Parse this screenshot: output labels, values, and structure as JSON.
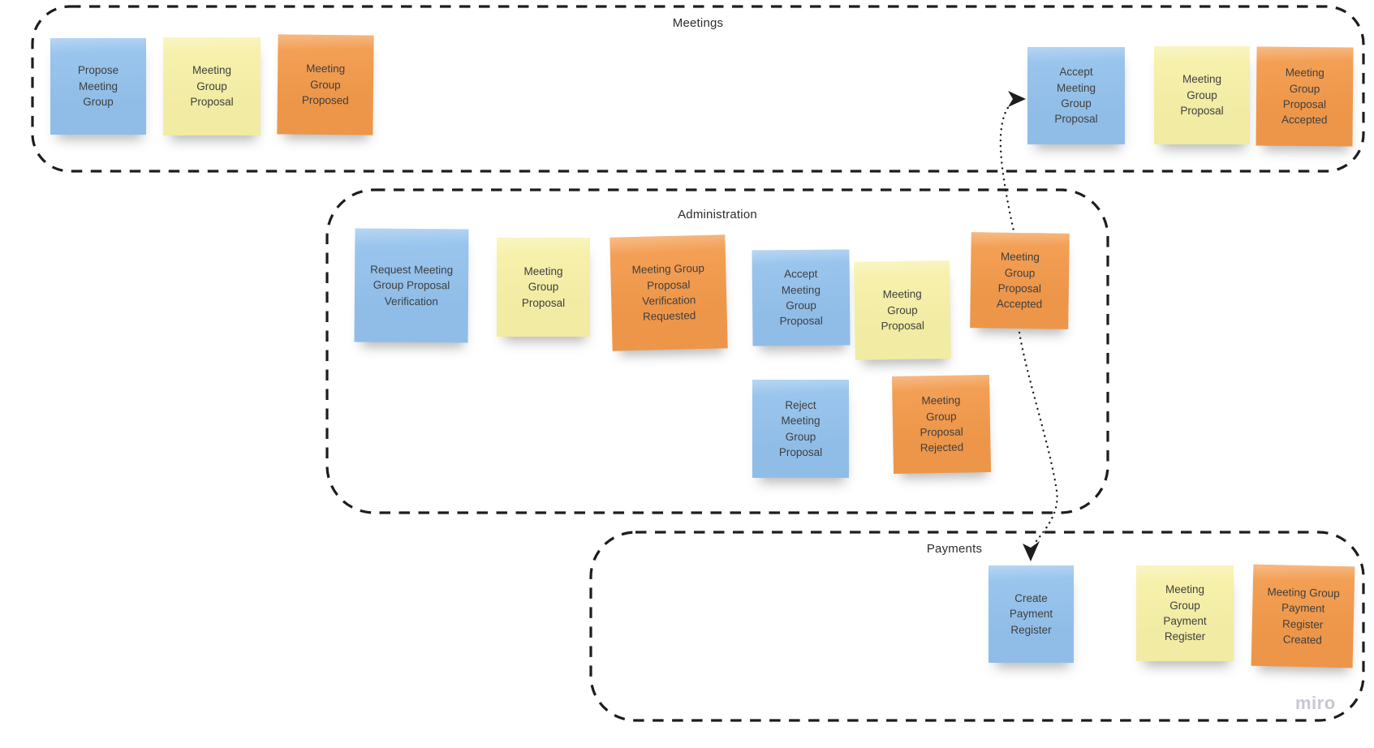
{
  "board": {
    "watermark": "miro",
    "colors": {
      "sticky_blue": "#93c1ec",
      "sticky_yellow": "#f6f0a7",
      "sticky_orange": "#f2994a",
      "sticky_text": "#3f3f3f",
      "region_border": "#1d1d1d",
      "background": "#ffffff",
      "watermark_gray": "#c7c6d3"
    }
  },
  "regions": {
    "meetings": {
      "title": "Meetings"
    },
    "administration": {
      "title": "Administration"
    },
    "payments": {
      "title": "Payments"
    }
  },
  "stickies": [
    {
      "id": "propose-meeting-group",
      "region": "Meetings",
      "color": "blue",
      "text": "Propose\nMeeting\nGroup"
    },
    {
      "id": "meeting-group-proposal-meetings-left",
      "region": "Meetings",
      "color": "yellow",
      "text": "Meeting\nGroup\nProposal"
    },
    {
      "id": "meeting-group-proposed",
      "region": "Meetings",
      "color": "orange",
      "text": "Meeting\nGroup\nProposed"
    },
    {
      "id": "accept-meeting-group-proposal-meetings",
      "region": "Meetings",
      "color": "blue",
      "text": "Accept\nMeeting\nGroup\nProposal"
    },
    {
      "id": "meeting-group-proposal-meetings-right",
      "region": "Meetings",
      "color": "yellow",
      "text": "Meeting\nGroup\nProposal"
    },
    {
      "id": "meeting-group-proposal-accepted-meetings",
      "region": "Meetings",
      "color": "orange",
      "text": "Meeting\nGroup\nProposal\nAccepted"
    },
    {
      "id": "request-meeting-group-proposal-verification",
      "region": "Administration",
      "color": "blue",
      "text": "Request Meeting\nGroup Proposal\nVerification"
    },
    {
      "id": "meeting-group-proposal-admin-1",
      "region": "Administration",
      "color": "yellow",
      "text": "Meeting\nGroup\nProposal"
    },
    {
      "id": "meeting-group-proposal-verification-requested",
      "region": "Administration",
      "color": "orange",
      "text": "Meeting Group\nProposal\nVerification\nRequested"
    },
    {
      "id": "accept-meeting-group-proposal-admin",
      "region": "Administration",
      "color": "blue",
      "text": "Accept\nMeeting\nGroup\nProposal"
    },
    {
      "id": "meeting-group-proposal-admin-2",
      "region": "Administration",
      "color": "yellow",
      "text": "Meeting\nGroup\nProposal"
    },
    {
      "id": "meeting-group-proposal-accepted-admin",
      "region": "Administration",
      "color": "orange",
      "text": "Meeting\nGroup\nProposal\nAccepted"
    },
    {
      "id": "reject-meeting-group-proposal",
      "region": "Administration",
      "color": "blue",
      "text": "Reject\nMeeting\nGroup\nProposal"
    },
    {
      "id": "meeting-group-proposal-rejected",
      "region": "Administration",
      "color": "orange",
      "text": "Meeting\nGroup\nProposal\nRejected"
    },
    {
      "id": "create-payment-register",
      "region": "Payments",
      "color": "blue",
      "text": "Create\nPayment\nRegister"
    },
    {
      "id": "meeting-group-payment-register",
      "region": "Payments",
      "color": "yellow",
      "text": "Meeting\nGroup\nPayment\nRegister"
    },
    {
      "id": "meeting-group-payment-register-created",
      "region": "Payments",
      "color": "orange",
      "text": "Meeting Group\nPayment\nRegister\nCreated"
    }
  ],
  "connectors": [
    {
      "id": "accepted-to-accept-meetings",
      "from": "meeting-group-proposal-accepted-admin",
      "to": "accept-meeting-group-proposal-meetings",
      "style": "dotted-arrow"
    },
    {
      "id": "accepted-to-create-payment-register",
      "from": "meeting-group-proposal-accepted-admin",
      "to": "create-payment-register",
      "style": "dotted-arrow"
    }
  ]
}
